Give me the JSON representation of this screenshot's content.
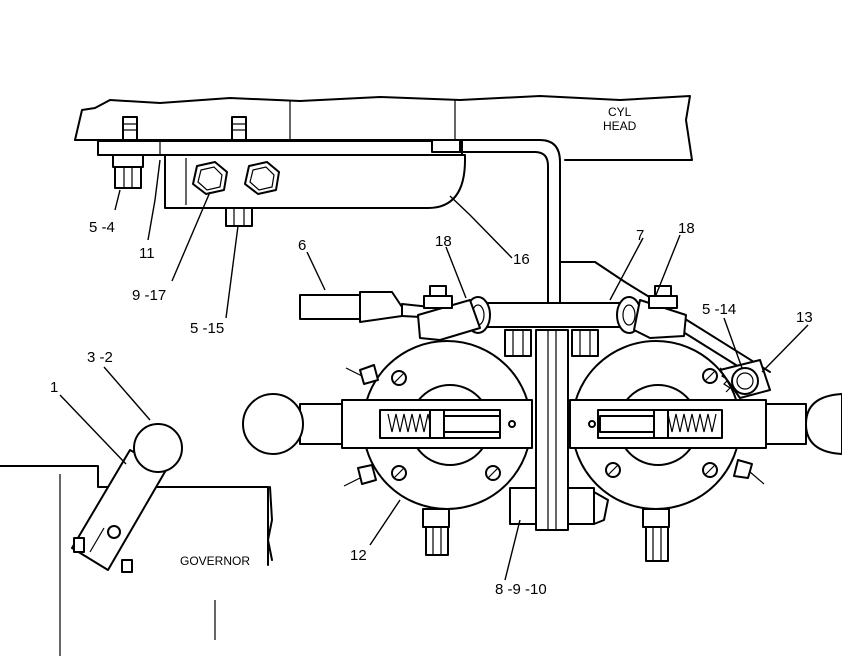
{
  "labels": {
    "cyl_head_line1": "CYL",
    "cyl_head_line2": "HEAD",
    "governor": "GOVERNOR"
  },
  "callouts": {
    "c_5_4": "5 -4",
    "c_11": "11",
    "c_9_17": "9 -17",
    "c_5_15": "5 -15",
    "c_16": "16",
    "c_6": "6",
    "c_18_left": "18",
    "c_7": "7",
    "c_18_right": "18",
    "c_5_14": "5 -14",
    "c_13": "13",
    "c_3_2": "3 -2",
    "c_1": "1",
    "c_12": "12",
    "c_8_9_10": "8 -9 -10"
  }
}
